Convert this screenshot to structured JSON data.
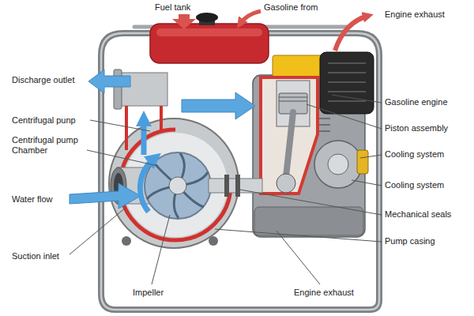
{
  "diagram": {
    "labels": [
      "Fuel tank",
      "Gasoline from",
      "Engine exhaust",
      "Discharge outlet",
      "Gasoline engine",
      "Centrifugal punp",
      "Piston assembly",
      "Centrifugal pump Chamber",
      "Cooling system",
      "Cooling system",
      "Water flow",
      "Mechanical seals",
      "Pump casing",
      "Suction inlet",
      "Impeller",
      "Engine exhaust"
    ]
  }
}
